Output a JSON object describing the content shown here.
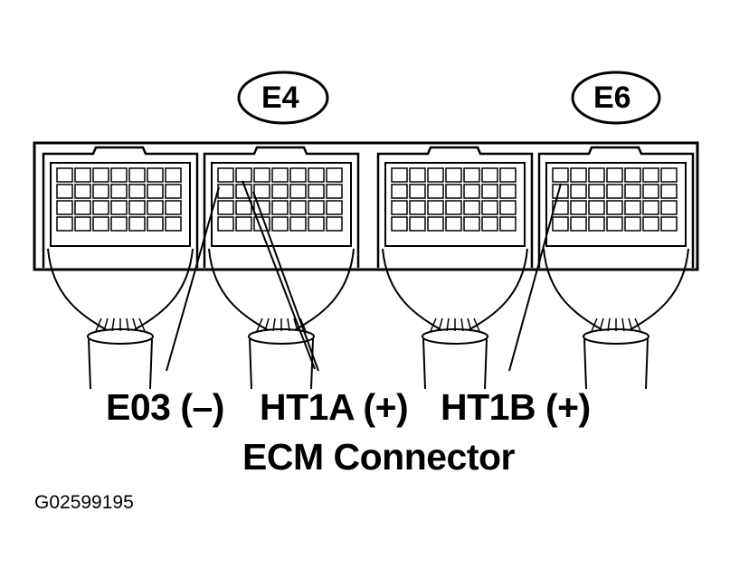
{
  "connectors": {
    "left_id": "E4",
    "right_id": "E6"
  },
  "terminals": {
    "e03": "E03 (–)",
    "ht1a": "HT1A (+)",
    "ht1b": "HT1B (+)"
  },
  "caption": "ECM Connector",
  "figure_ref": "G02599195",
  "colors": {
    "ink": "#000000",
    "paper": "#ffffff"
  }
}
